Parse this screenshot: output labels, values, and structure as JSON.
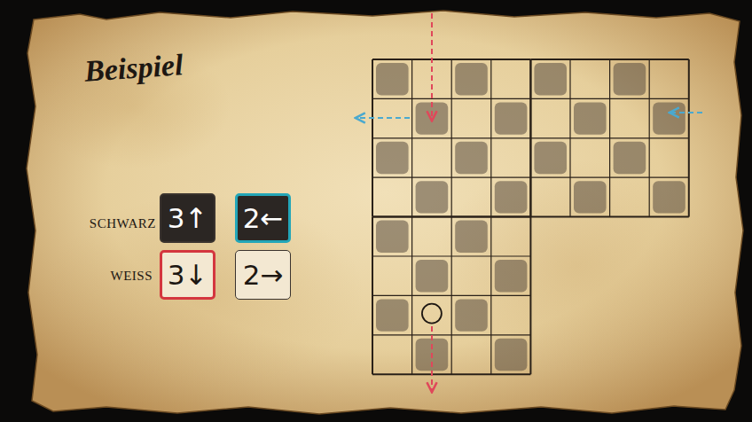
{
  "diagram": {
    "title": "Beispiel",
    "nodes": [
      {
        "text": [
          "3↑"
        ]
      },
      {
        "text": [
          "2←"
        ]
      },
      {
        "text": [
          "3↓"
        ]
      },
      {
        "text": [
          "2→"
        ]
      }
    ],
    "labels": [
      "SCHWARZ",
      "WEISS"
    ]
  }
}
